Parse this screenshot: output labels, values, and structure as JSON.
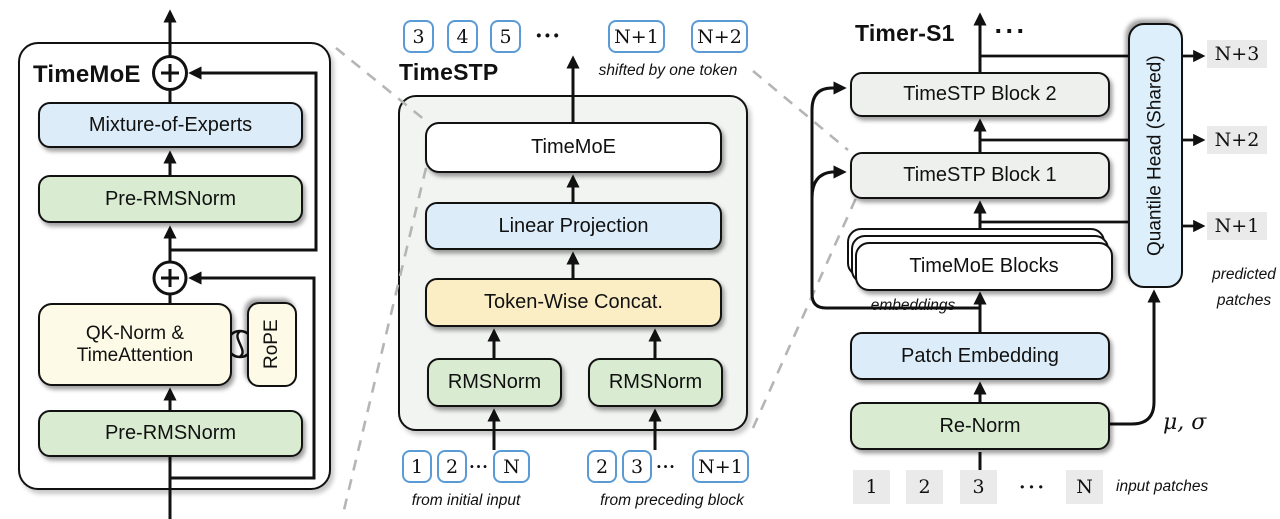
{
  "left_panel": {
    "title": "TimeMoE",
    "mixture_of_experts": "Mixture-of-Experts",
    "pre_rmsnorm_upper": "Pre-RMSNorm",
    "qk_norm_line1": "QK-Norm &",
    "qk_norm_line2": "TimeAttention",
    "rope": "RoPE",
    "pre_rmsnorm_lower": "Pre-RMSNorm"
  },
  "middle_panel": {
    "title": "TimeSTP",
    "shifted_note": "shifted by one token",
    "output_tokens": [
      "3",
      "4",
      "5"
    ],
    "output_ellipsis": "···",
    "output_tokens_right": [
      "N+1",
      "N+2"
    ],
    "timemoe_box": "TimeMoE",
    "linear_projection": "Linear Projection",
    "token_wise_concat": "Token-Wise Concat.",
    "rmsnorm_left": "RMSNorm",
    "rmsnorm_right": "RMSNorm",
    "input_tokens_left": [
      "1",
      "2",
      "N"
    ],
    "input_left_ellipsis": "···",
    "input_left_caption": "from initial input",
    "input_tokens_right": [
      "2",
      "3",
      "N+1"
    ],
    "input_right_ellipsis": "···",
    "input_right_caption": "from preceding block"
  },
  "right_panel": {
    "title": "Timer-S1",
    "top_ellipsis": "···",
    "timestp_block2": "TimeSTP Block 2",
    "timestp_block1": "TimeSTP Block 1",
    "timemoe_blocks": "TimeMoE Blocks",
    "embeddings_label": "embeddings",
    "patch_embedding": "Patch Embedding",
    "renorm": "Re-Norm",
    "quantile_head": "Quantile Head (Shared)",
    "outputs": [
      "N+3",
      "N+2",
      "N+1"
    ],
    "predicted_line1": "predicted",
    "predicted_line2": "patches",
    "mu_sigma": "μ, σ",
    "input_patches": [
      "1",
      "2",
      "3",
      "N"
    ],
    "input_ellipsis": "···",
    "input_caption": "input patches"
  },
  "icons": {
    "plus_circle": "⊕ residual add",
    "rotary_link_circle": "circle with S-curve linking attention and RoPE"
  },
  "colors": {
    "blue_fill": "#dcedf9",
    "green_fill": "#d9ecd2",
    "cream_fill": "#fdfbe7",
    "amber_fill": "#fbeec5",
    "panel_gray": "#f2f4f2",
    "block_gray": "#eef0ee",
    "token_border_blue": "#5b9bd5",
    "patch_gray": "#eaeaea",
    "dashed_gray": "#b5b5b5"
  }
}
